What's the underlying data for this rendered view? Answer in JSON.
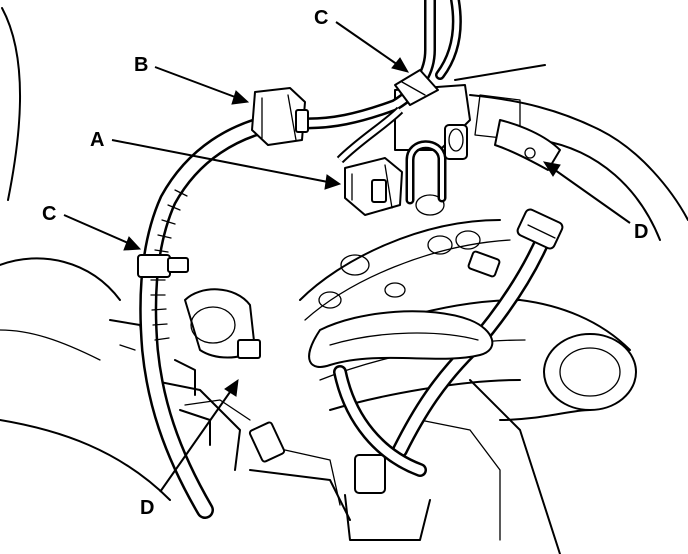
{
  "callouts": {
    "a": "A",
    "b": "B",
    "c_top": "C",
    "c_left": "C",
    "d_right": "D",
    "d_bottom": "D"
  }
}
